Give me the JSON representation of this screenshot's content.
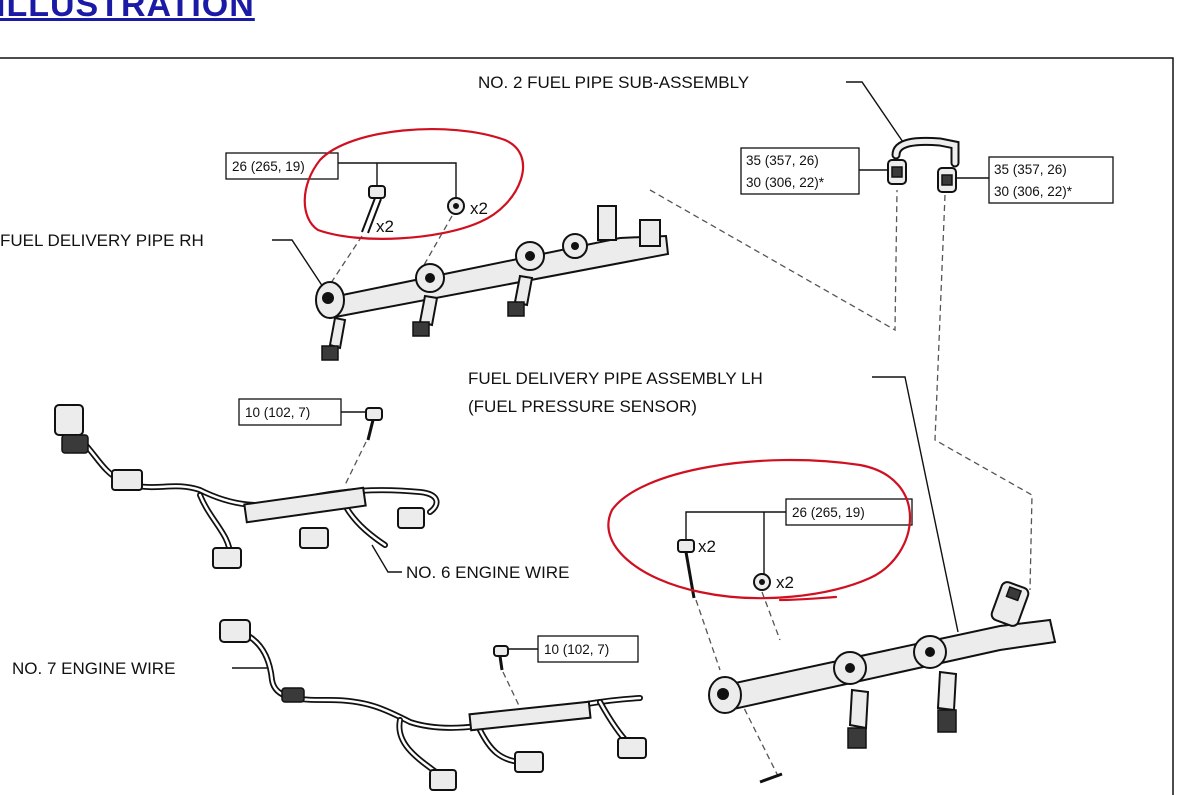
{
  "heading": "ILLUSTRATION",
  "colors": {
    "heading": "#1a1aa6",
    "annotation_marker": "#d01020",
    "line_art": "#111111"
  },
  "labels": {
    "no2_fuel_pipe": "NO. 2 FUEL PIPE SUB-ASSEMBLY",
    "fuel_delivery_rh": "FUEL DELIVERY PIPE RH",
    "fuel_delivery_lh_line1": "FUEL DELIVERY PIPE ASSEMBLY LH",
    "fuel_delivery_lh_line2": "(FUEL PRESSURE SENSOR)",
    "no6_engine_wire": "NO. 6 ENGINE WIRE",
    "no7_engine_wire": "NO. 7 ENGINE WIRE"
  },
  "torque_specs": {
    "rh_bolts": "26 (265, 19)",
    "pipe_left_line1": "35 (357, 26)",
    "pipe_left_line2": "30 (306, 22)*",
    "pipe_right_line1": "35 (357, 26)",
    "pipe_right_line2": "30 (306, 22)*",
    "no6_wire_bolt": "10 (102, 7)",
    "lh_bolts": "26 (265, 19)",
    "no7_wire_bolt": "10 (102, 7)"
  },
  "quantities": {
    "rh_bolt": "x2",
    "rh_nut": "x2",
    "lh_bolt": "x2",
    "lh_nut": "x2"
  }
}
